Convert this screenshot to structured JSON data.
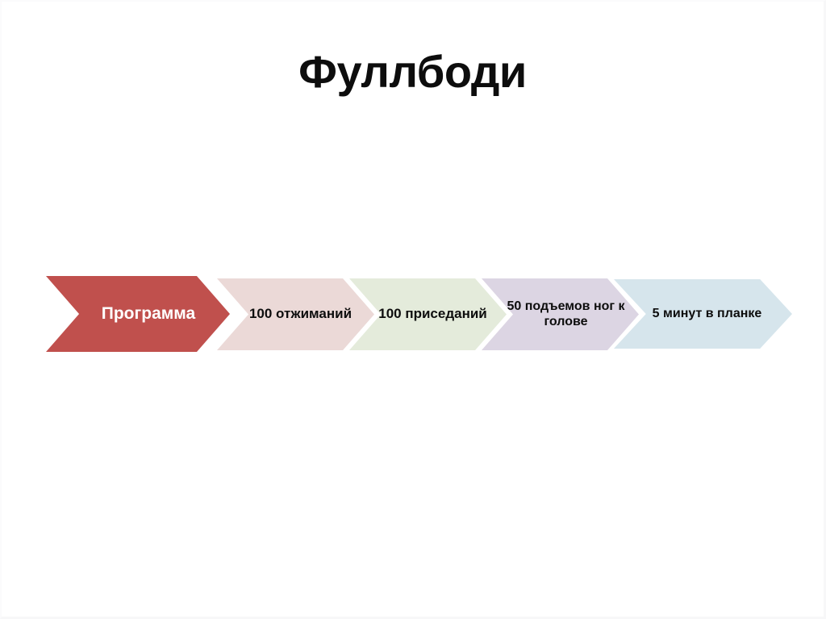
{
  "slide": {
    "title": "Фуллбоди",
    "background_color": "#ffffff",
    "title_color": "#0d0d0d"
  },
  "process": {
    "name": "workout-program-chevron-flow",
    "steps": [
      {
        "label": "Программа",
        "fill_color": "#c0504d",
        "text_color": "#ffffff",
        "role": "header"
      },
      {
        "label": "100 отжиманий",
        "fill_color": "#ebd9d7",
        "text_color": "#0d0d0d",
        "role": "step"
      },
      {
        "label": "100 приседаний",
        "fill_color": "#e4ebdb",
        "text_color": "#0d0d0d",
        "role": "step"
      },
      {
        "label": "50 подъемов ног к голове",
        "fill_color": "#dcd5e3",
        "text_color": "#0d0d0d",
        "role": "step"
      },
      {
        "label": "5 минут в планке",
        "fill_color": "#d6e5ec",
        "text_color": "#0d0d0d",
        "role": "step"
      }
    ]
  }
}
